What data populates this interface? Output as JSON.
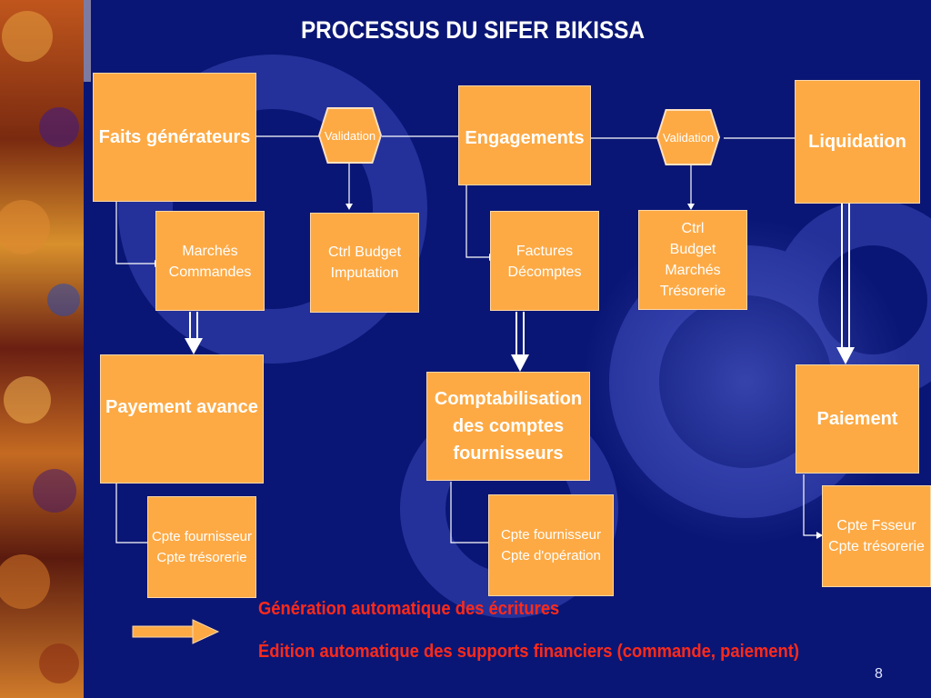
{
  "title": "PROCESSUS DU SIFER BIKISSA",
  "top_row": {
    "faits": "Faits générateurs",
    "validation_1": "Validation",
    "engagements": "Engagements",
    "validation_2": "Validation",
    "liquidation": "Liquidation"
  },
  "second_row": {
    "marches_commandes": "Marchés\nCommandes",
    "ctrl_budget_imputation": "Ctrl Budget\nImputation",
    "factures_decomptes": "Factures\nDécomptes",
    "ctrl_budget_marches_tresorerie": "Ctrl\nBudget\nMarchés\nTrésorerie"
  },
  "third_row": {
    "payement_avance": "Payement avance",
    "comptabilisation": "Comptabilisation\ndes comptes\nfournisseurs",
    "paiement": "Paiement"
  },
  "fourth_row": {
    "cpte_fournisseur_tresorerie": "Cpte fournisseur\nCpte  trésorerie",
    "cpte_fournisseur_operation": "Cpte fournisseur\nCpte d'opération",
    "cpte_fsseur_tresorerie": "Cpte Fsseur\nCpte trésorerie"
  },
  "legend": {
    "line1": "Génération automatique des écritures",
    "line2": "Édition automatique des supports financiers (commande, paiement)"
  },
  "page_number": "8",
  "colors": {
    "background": "#0a1675",
    "box_fill": "#fdaa45",
    "legend_text": "#ff2a1a",
    "connector": "#ffffff"
  }
}
